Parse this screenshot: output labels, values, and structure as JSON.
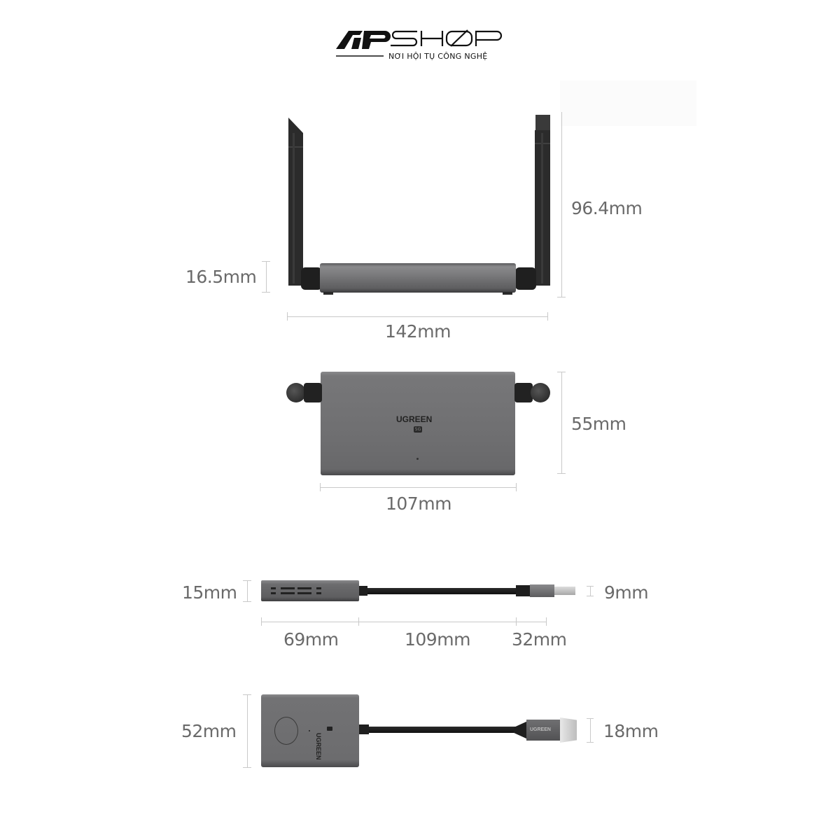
{
  "header": {
    "logo_text": "APSHOP",
    "tagline": "NƠI HỘI TỤ CÔNG NGHỆ"
  },
  "diagrams": {
    "receiver_side": {
      "height_body": "16.5mm",
      "height_total": "96.4mm",
      "width": "142mm"
    },
    "receiver_top": {
      "depth": "55mm",
      "width": "107mm",
      "brand": "UGREEN",
      "badge": "5G"
    },
    "transmitter_side": {
      "height_body": "15mm",
      "height_plug": "9mm",
      "len_body": "69mm",
      "len_cable": "109mm",
      "len_plug": "32mm"
    },
    "transmitter_top": {
      "height_body": "52mm",
      "height_plug": "18mm",
      "brand": "UGREEN",
      "plug_brand": "UGREEN"
    }
  },
  "colors": {
    "dimension_text": "#6a6a6a",
    "dimension_line": "#c9c9c9",
    "device_body": "#6b6b6d",
    "antenna": "#2a2a2a"
  }
}
